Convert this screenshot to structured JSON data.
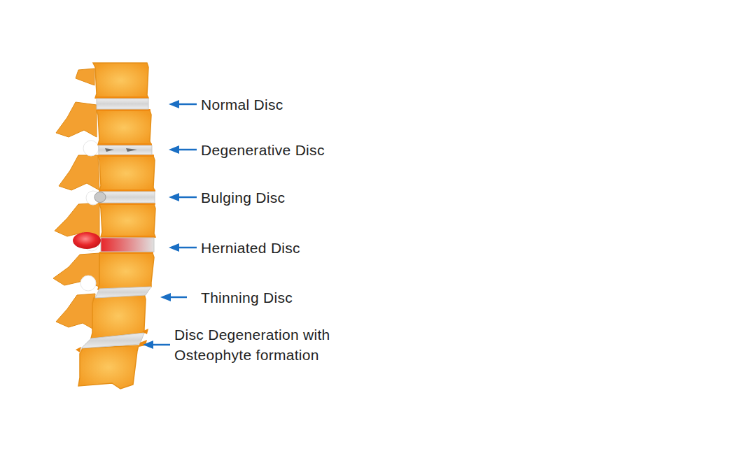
{
  "diagram": {
    "labels": [
      "Normal Disc",
      "Degenerative Disc",
      "Bulging Disc",
      "Herniated Disc",
      "Thinning Disc",
      "Disc Degeneration with Osteophyte formation"
    ]
  }
}
